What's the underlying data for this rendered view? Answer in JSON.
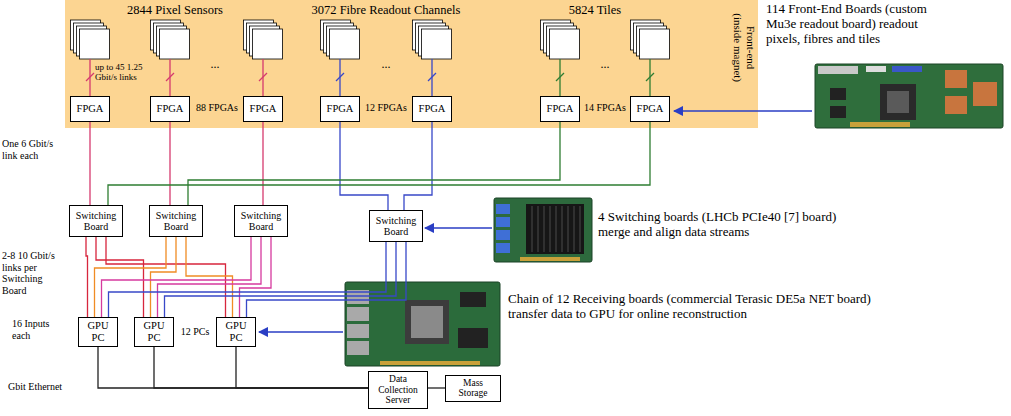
{
  "diagram": {
    "nodes": [
      {
        "text": [
          "Front-end (inside magnet)"
        ]
      },
      {
        "text": [
          "FPGA"
        ],
        "in": 0
      },
      {
        "text": [
          "FPGA"
        ],
        "in": 0
      },
      {
        "text": [
          "FPGA"
        ],
        "in": 0
      },
      {
        "text": [
          "FPGA"
        ],
        "in": 0
      },
      {
        "text": [
          "FPGA"
        ],
        "in": 0
      },
      {
        "text": [
          "FPGA"
        ],
        "in": 0
      },
      {
        "text": [
          "FPGA"
        ],
        "in": 0
      },
      {
        "text": [
          "Switching Board"
        ]
      },
      {
        "text": [
          "Switching Board"
        ]
      },
      {
        "text": [
          "Switching Board"
        ]
      },
      {
        "text": [
          "Switching Board"
        ]
      },
      {
        "text": [
          "GPU PC"
        ]
      },
      {
        "text": [
          "GPU PC"
        ]
      },
      {
        "text": [
          "GPU PC"
        ]
      },
      {
        "text": [
          "Data Collection Server"
        ]
      },
      {
        "text": [
          "Mass Storage"
        ]
      }
    ],
    "edges": [
      {
        "from": 1,
        "to": 8,
        "arrow": "none"
      },
      {
        "from": 2,
        "to": 9,
        "arrow": "none"
      },
      {
        "from": 3,
        "to": 10,
        "arrow": "none"
      },
      {
        "from": 4,
        "to": 11,
        "arrow": "none"
      },
      {
        "from": 5,
        "to": 11,
        "arrow": "none"
      },
      {
        "from": 6,
        "to": 9,
        "arrow": "none"
      },
      {
        "from": 7,
        "to": 8,
        "arrow": "none"
      },
      {
        "from": 8,
        "to": 12,
        "arrow": "none"
      },
      {
        "from": 8,
        "to": 13,
        "arrow": "none"
      },
      {
        "from": 8,
        "to": 14,
        "arrow": "none"
      },
      {
        "from": 9,
        "to": 12,
        "arrow": "none"
      },
      {
        "from": 9,
        "to": 13,
        "arrow": "none"
      },
      {
        "from": 9,
        "to": 14,
        "arrow": "none"
      },
      {
        "from": 10,
        "to": 12,
        "arrow": "none"
      },
      {
        "from": 10,
        "to": 13,
        "arrow": "none"
      },
      {
        "from": 10,
        "to": 14,
        "arrow": "none"
      },
      {
        "from": 11,
        "to": 12,
        "arrow": "none"
      },
      {
        "from": 11,
        "to": 13,
        "arrow": "none"
      },
      {
        "from": 11,
        "to": 14,
        "arrow": "none"
      },
      {
        "from": 12,
        "to": 15,
        "arrow": "none"
      },
      {
        "from": 13,
        "to": 15,
        "arrow": "none"
      },
      {
        "from": 14,
        "to": 15,
        "arrow": "none"
      },
      {
        "from": 15,
        "to": 16,
        "arrow": "none"
      }
    ],
    "labels": [
      "2844 Pixel Sensors",
      "3072 Fibre Readout Channels",
      "5824 Tiles",
      "up to 45 1.25 Gbit/s links",
      "...",
      "88 FPGAs",
      "...",
      "12 FPGAs",
      "...",
      "14 FPGAs",
      "One 6 Gbit/s link each",
      "2-8 10 Gbit/s links per Switching Board",
      "16 Inputs each",
      "12 PCs",
      "Gbit Ethernet",
      "114 Front-End Boards (custom Mu3e readout board) readout pixels, fibres and tiles",
      "4 Switching boards (LHCb PCIe40 [7] board) merge and align data streams",
      "Chain of 12 Receiving boards (commercial Terasic DE5a NET board) transfer data to GPU for online reconstruction"
    ]
  }
}
